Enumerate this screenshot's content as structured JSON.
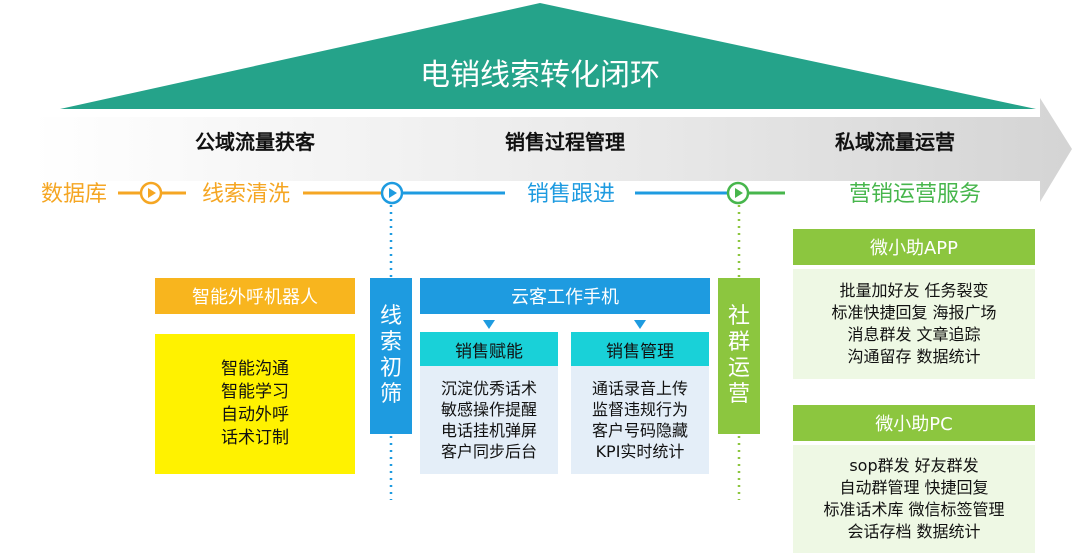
{
  "title": "电销线索转化闭环",
  "sections": [
    "公域流量获客",
    "销售过程管理",
    "私域流量运营"
  ],
  "stages": [
    "数据库",
    "线索清洗",
    "销售跟进",
    "营销运营服务"
  ],
  "robot": {
    "title": "智能外呼机器人",
    "items": [
      "智能沟通",
      "智能学习",
      "自动外呼",
      "话术订制"
    ]
  },
  "screening": [
    "线",
    "索",
    "初",
    "筛"
  ],
  "cloud_phone": {
    "title": "云客工作手机",
    "enable": {
      "title": "销售赋能",
      "items": [
        "沉淀优秀话术",
        "敏感操作提醒",
        "电话挂机弹屏",
        "客户同步后台"
      ]
    },
    "manage": {
      "title": "销售管理",
      "items": [
        "通话录音上传",
        "监督违规行为",
        "客户号码隐藏",
        "KPI实时统计"
      ]
    }
  },
  "community": [
    "社",
    "群",
    "运",
    "营"
  ],
  "app": {
    "title": "微小助APP",
    "items": [
      "批量加好友  任务裂变",
      "标准快捷回复  海报广场",
      "消息群发  文章追踪",
      "沟通留存  数据统计"
    ]
  },
  "pc": {
    "title": "微小助PC",
    "items": [
      "sop群发  好友群发",
      "自动群管理  快捷回复",
      "标准话术库  微信标签管理",
      "会话存档  数据统计"
    ]
  },
  "colors": {
    "roof": "#25a38a",
    "orange": "#f5a623",
    "blue": "#1e9be0",
    "green": "#8cc63f",
    "yellow": "#fff200",
    "teal": "#19d1d8"
  }
}
